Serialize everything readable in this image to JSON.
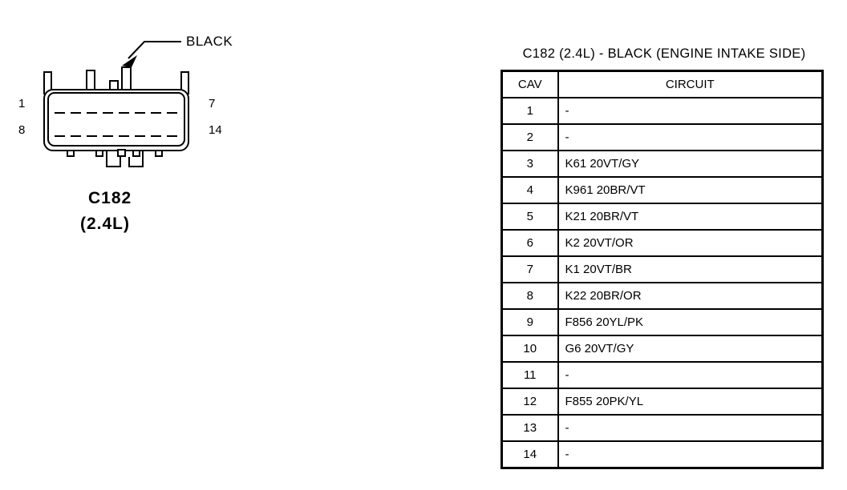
{
  "connector_figure": {
    "callout_label": "BLACK",
    "name": "C182",
    "engine": "(2.4L)",
    "pins": {
      "top_left": "1",
      "bottom_left": "8",
      "top_right": "7",
      "bottom_right": "14"
    }
  },
  "table_panel": {
    "title": "C182 (2.4L) - BLACK (ENGINE INTAKE SIDE)",
    "headers": {
      "cav": "CAV",
      "circuit": "CIRCUIT"
    },
    "rows": [
      {
        "cav": "1",
        "circuit": "-"
      },
      {
        "cav": "2",
        "circuit": "-"
      },
      {
        "cav": "3",
        "circuit": "K61  20VT/GY"
      },
      {
        "cav": "4",
        "circuit": "K961  20BR/VT"
      },
      {
        "cav": "5",
        "circuit": "K21  20BR/VT"
      },
      {
        "cav": "6",
        "circuit": "K2  20VT/OR"
      },
      {
        "cav": "7",
        "circuit": "K1  20VT/BR"
      },
      {
        "cav": "8",
        "circuit": "K22  20BR/OR"
      },
      {
        "cav": "9",
        "circuit": "F856  20YL/PK"
      },
      {
        "cav": "10",
        "circuit": "G6  20VT/GY"
      },
      {
        "cav": "11",
        "circuit": "-"
      },
      {
        "cav": "12",
        "circuit": "F855  20PK/YL"
      },
      {
        "cav": "13",
        "circuit": "-"
      },
      {
        "cav": "14",
        "circuit": "-"
      }
    ]
  },
  "colors": {
    "ink": "#000000",
    "paper": "#ffffff"
  }
}
